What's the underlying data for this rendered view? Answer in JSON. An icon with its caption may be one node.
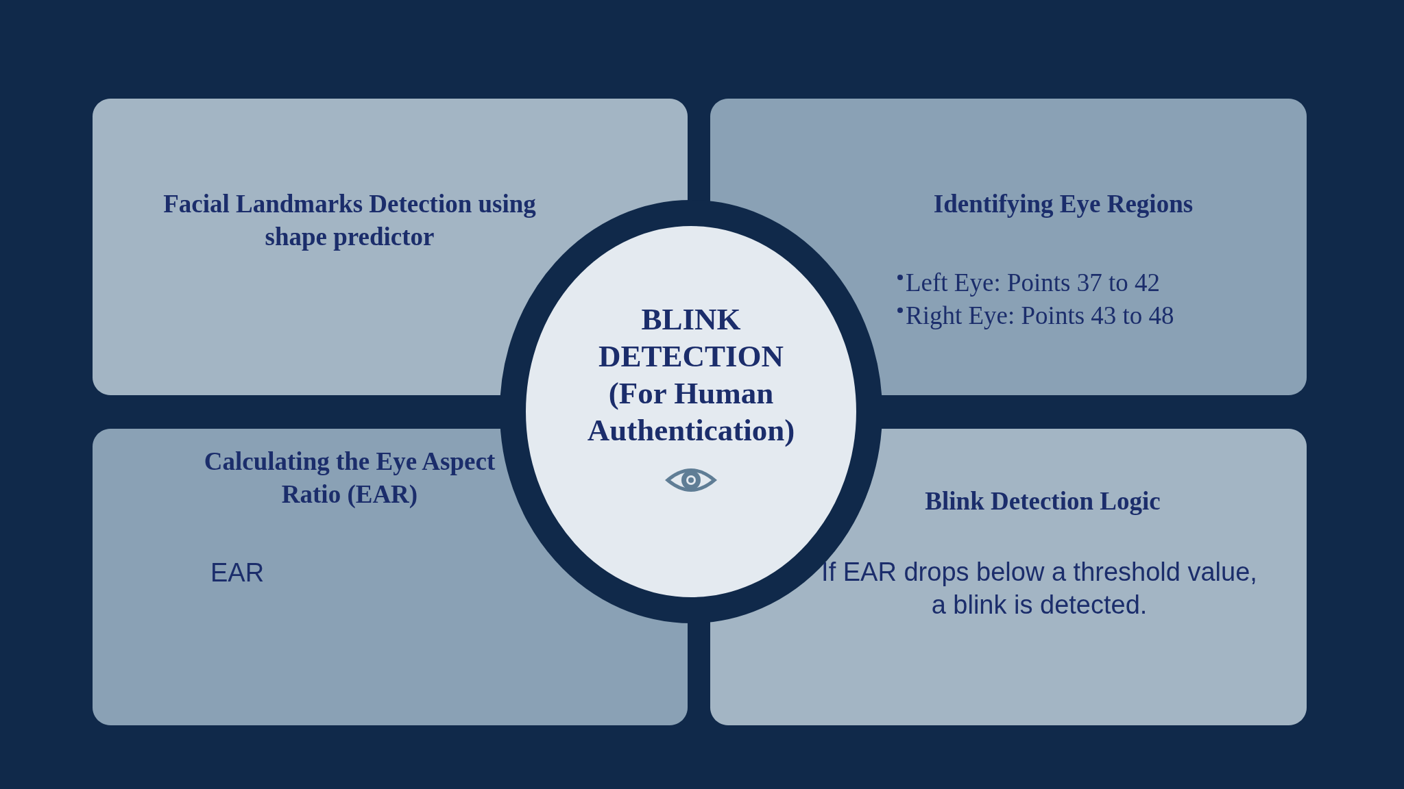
{
  "diagram": {
    "nodes": [
      {
        "text": [
          "Facial Landmarks Detection using shape predictor"
        ]
      },
      {
        "text": [
          "Identifying Eye Regions",
          "Left Eye: Points 37 to 42",
          "Right Eye: Points 43 to 48"
        ]
      },
      {
        "text": [
          "Calculating the Eye Aspect Ratio (EAR)",
          "EAR"
        ]
      },
      {
        "text": [
          "Blink Detection Logic",
          "If EAR drops below a threshold value, a blink is detected."
        ]
      },
      {
        "text": [
          "BLINK DETECTION (For Human Authentication)"
        ]
      }
    ]
  }
}
